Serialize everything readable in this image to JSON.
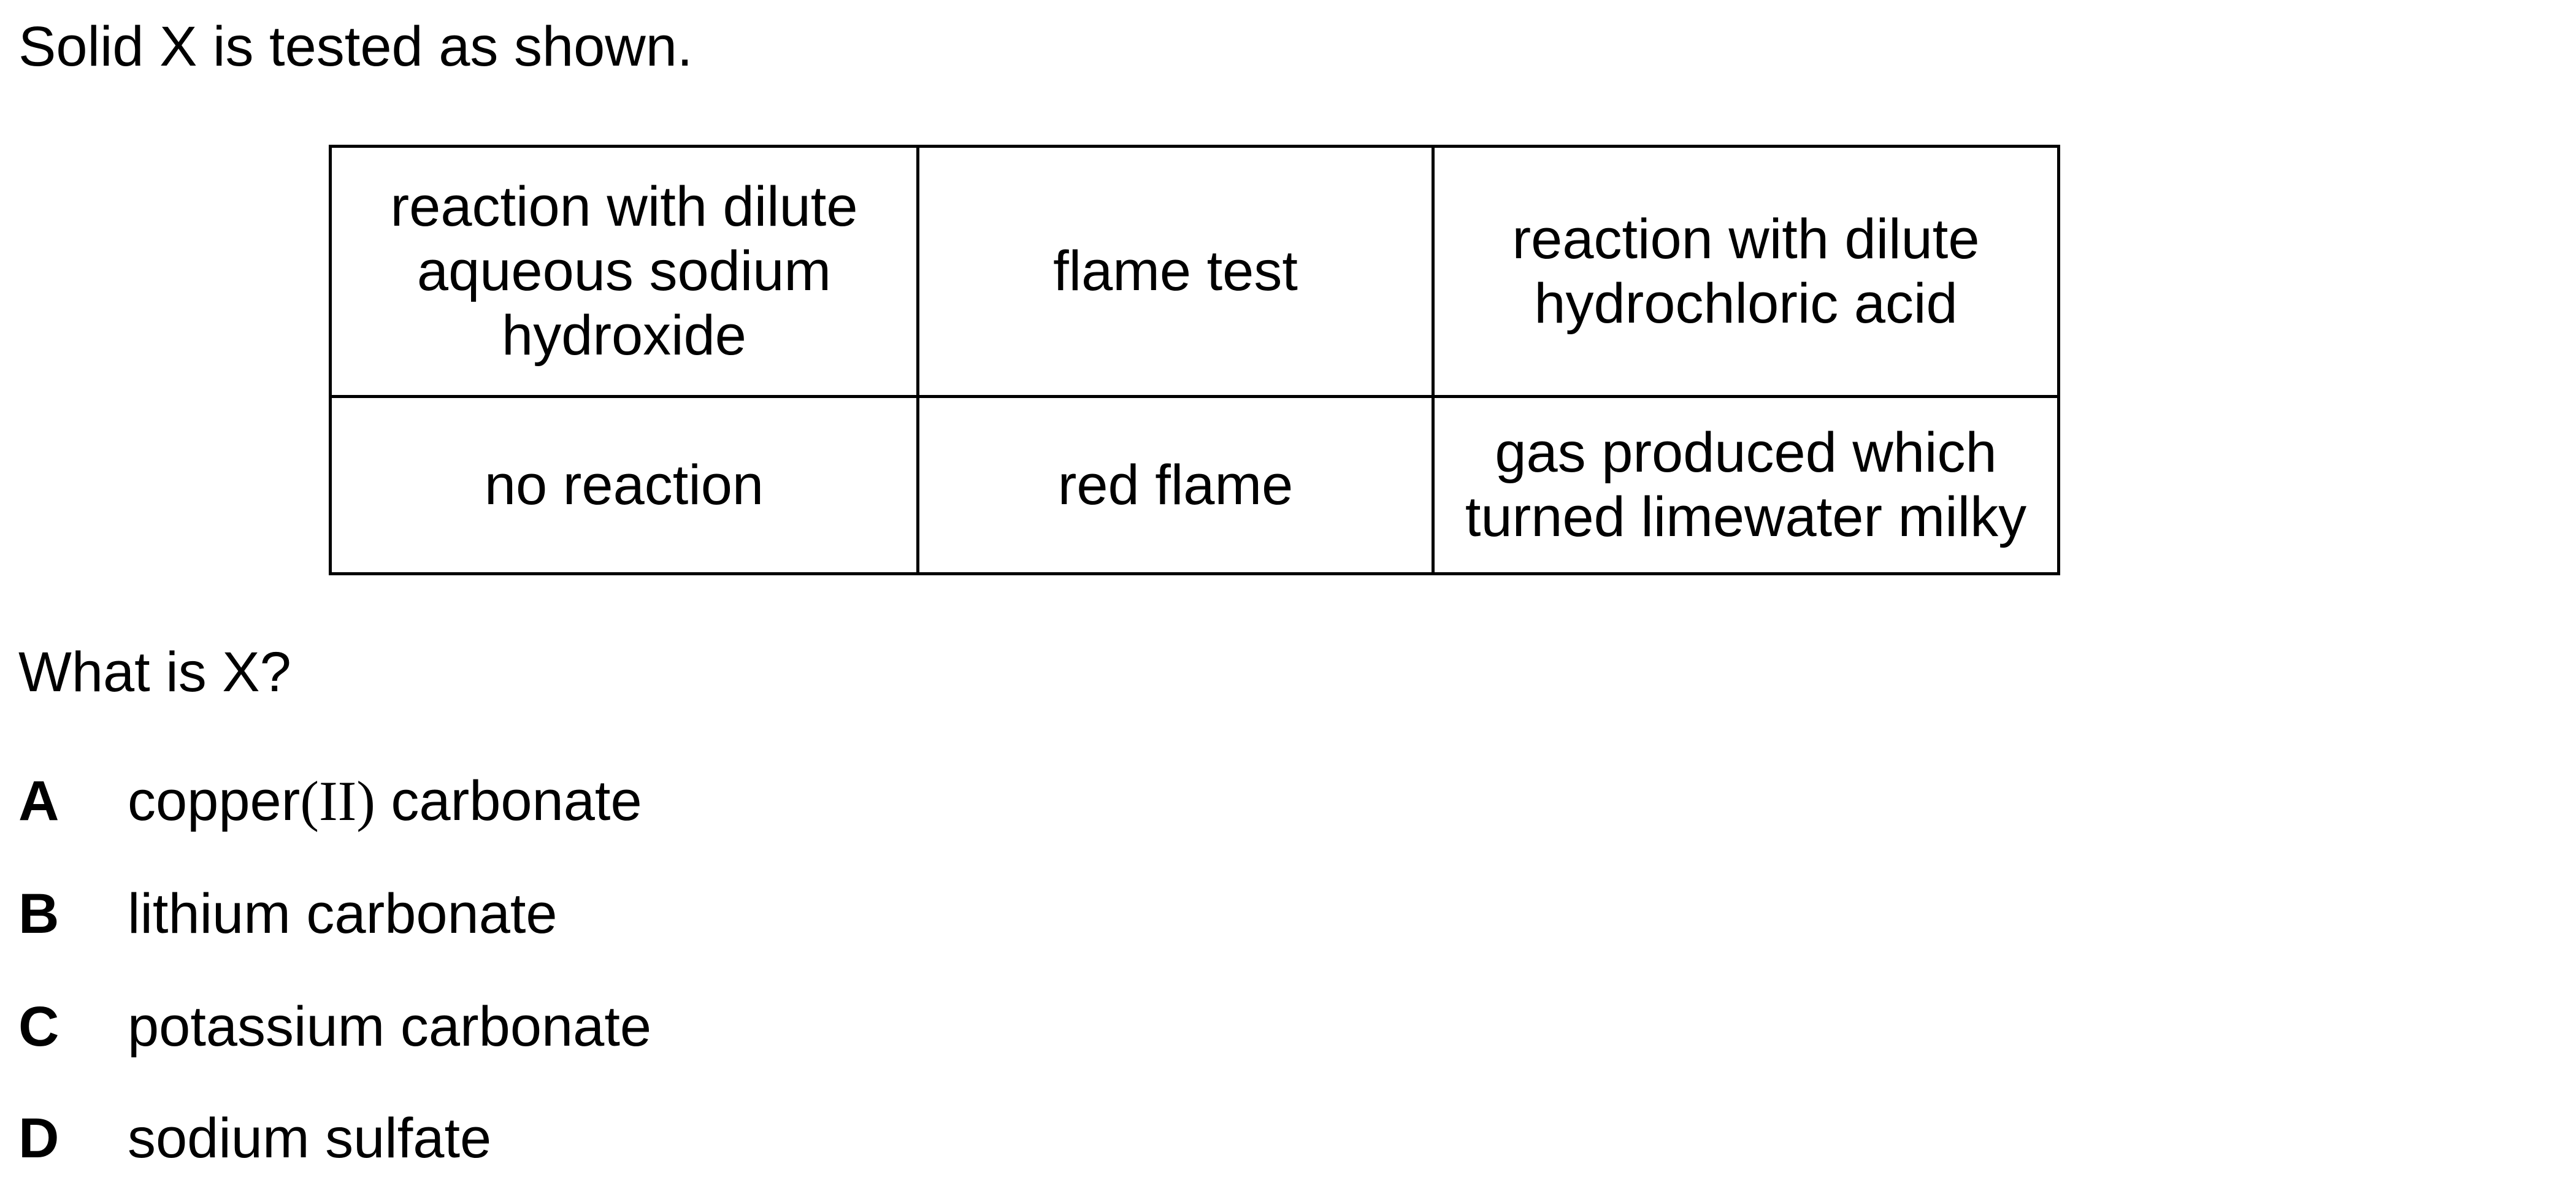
{
  "intro": "Solid X is tested as shown.",
  "table": {
    "headers": [
      "reaction with dilute aqueous sodium hydroxide",
      "flame test",
      "reaction with dilute hydrochloric acid"
    ],
    "results": [
      "no reaction",
      "red flame",
      "gas produced which turned limewater milky"
    ]
  },
  "question": "What is X?",
  "options": [
    {
      "letter": "A",
      "text_before": "copper",
      "roman": "(II)",
      "text_after": " carbonate"
    },
    {
      "letter": "B",
      "text": "lithium carbonate"
    },
    {
      "letter": "C",
      "text": "potassium carbonate"
    },
    {
      "letter": "D",
      "text": "sodium sulfate"
    }
  ]
}
